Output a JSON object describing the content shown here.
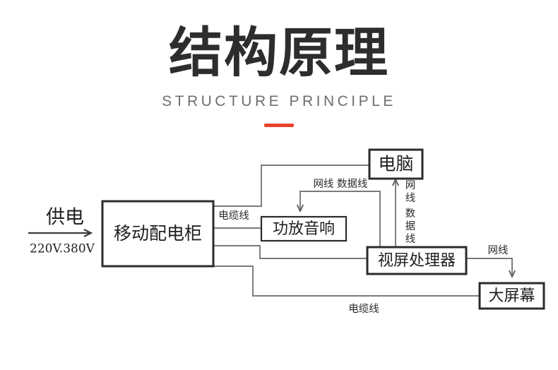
{
  "header": {
    "title_cn": "结构原理",
    "title_en": "STRUCTURE PRINCIPLE",
    "accent_color": "#e8432a"
  },
  "diagram": {
    "type": "block-flow-diagram",
    "input": {
      "label": "供电",
      "sublabel": "220V.380V",
      "arrow": "right-arrow-icon"
    },
    "nodes": [
      {
        "id": "cabinet",
        "label": "移动配电柜"
      },
      {
        "id": "computer",
        "label": "电脑"
      },
      {
        "id": "amplifier",
        "label": "功放音响"
      },
      {
        "id": "processor",
        "label": "视屏处理器"
      },
      {
        "id": "screen",
        "label": "大屏幕"
      }
    ],
    "edge_labels": {
      "cable_to_amplifier": "电缆线",
      "net_data_to_amplifier": "网线 数据线",
      "net_data_vertical": "网线 数据线",
      "net_to_screen": "网线",
      "cable_to_screen": "电缆线"
    },
    "vertical_label_chars": [
      "网",
      "线",
      "数",
      "据",
      "线"
    ],
    "colors": {
      "node_stroke": "#2b2b2b",
      "wire": "#7a7a7a",
      "text": "#1f1f1f"
    }
  }
}
